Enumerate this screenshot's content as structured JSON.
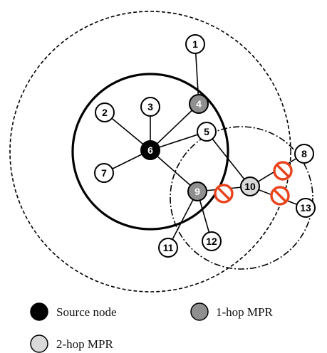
{
  "nodes": [
    {
      "id": "1",
      "label": "1",
      "role": "normal"
    },
    {
      "id": "2",
      "label": "2",
      "role": "normal"
    },
    {
      "id": "3",
      "label": "3",
      "role": "normal"
    },
    {
      "id": "4",
      "label": "4",
      "role": "one_hop_mpr"
    },
    {
      "id": "5",
      "label": "5",
      "role": "normal"
    },
    {
      "id": "6",
      "label": "6",
      "role": "source"
    },
    {
      "id": "7",
      "label": "7",
      "role": "normal"
    },
    {
      "id": "8",
      "label": "8",
      "role": "normal"
    },
    {
      "id": "9",
      "label": "9",
      "role": "one_hop_mpr"
    },
    {
      "id": "10",
      "label": "10",
      "role": "two_hop_mpr"
    },
    {
      "id": "11",
      "label": "11",
      "role": "normal"
    },
    {
      "id": "12",
      "label": "12",
      "role": "normal"
    },
    {
      "id": "13",
      "label": "13",
      "role": "normal"
    }
  ],
  "edges": [
    [
      "6",
      "2"
    ],
    [
      "6",
      "3"
    ],
    [
      "6",
      "4"
    ],
    [
      "6",
      "5"
    ],
    [
      "6",
      "7"
    ],
    [
      "6",
      "9"
    ],
    [
      "4",
      "1"
    ],
    [
      "5",
      "10"
    ],
    [
      "9",
      "10"
    ],
    [
      "9",
      "11"
    ],
    [
      "9",
      "12"
    ],
    [
      "10",
      "8"
    ],
    [
      "10",
      "13"
    ]
  ],
  "blocked_links": [
    "9-10",
    "10-8",
    "10-13"
  ],
  "legend": {
    "source": "Source node",
    "one_hop": "1-hop MPR",
    "two_hop": "2-hop MPR"
  },
  "colors": {
    "source_fill": "#000000",
    "one_hop_fill": "#8f8f8f",
    "two_hop_fill": "#d9d9d9",
    "normal_fill": "#ffffff",
    "blocked": "#e8431c"
  }
}
